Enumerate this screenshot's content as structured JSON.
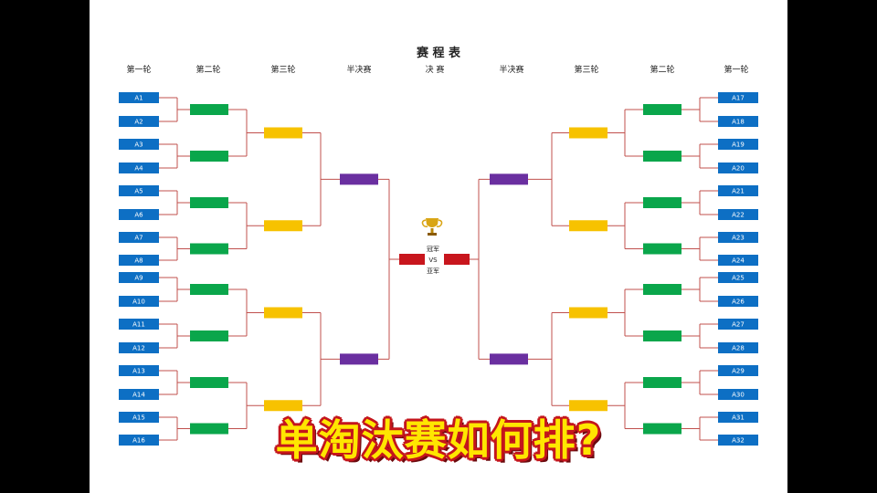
{
  "title": "赛 程 表",
  "rounds_left": [
    "第一轮",
    "第二轮",
    "第三轮",
    "半决赛",
    "决  赛"
  ],
  "rounds_right": [
    "半决赛",
    "第三轮",
    "第二轮",
    "第一轮"
  ],
  "teams_left": [
    "A1",
    "A2",
    "A3",
    "A4",
    "A5",
    "A6",
    "A7",
    "A8",
    "A9",
    "A10",
    "A11",
    "A12",
    "A13",
    "A14",
    "A15",
    "A16"
  ],
  "teams_right": [
    "A17",
    "A18",
    "A19",
    "A20",
    "A21",
    "A22",
    "A23",
    "A24",
    "A25",
    "A26",
    "A27",
    "A28",
    "A29",
    "A30",
    "A31",
    "A32"
  ],
  "final": {
    "champion": "冠军",
    "vs": "VS",
    "runner_up": "亚军",
    "trophy_icon": "trophy-icon"
  },
  "caption": "单淘汰赛如何排?",
  "colors": {
    "round1": "#0d6fc4",
    "round2": "#0aa64b",
    "round3": "#f7c200",
    "semifinal": "#6a2fa0",
    "final": "#c8161d",
    "lines": "#c0504d"
  }
}
